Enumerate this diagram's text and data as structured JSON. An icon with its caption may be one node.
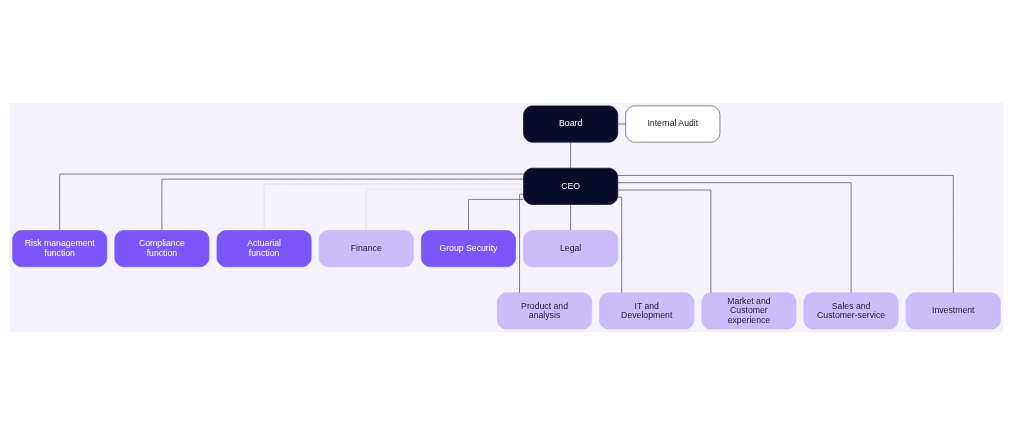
{
  "diagram": {
    "nodes": [
      {
        "text": [
          "Risk management function"
        ]
      },
      {
        "text": [
          "Board"
        ]
      },
      {
        "text": [
          "Internal Audit"
        ]
      },
      {
        "text": [
          "Compliance function"
        ]
      },
      {
        "text": [
          "CEO"
        ]
      },
      {
        "text": [
          "Actuarial function"
        ]
      },
      {
        "text": [
          "Finance"
        ]
      },
      {
        "text": [
          "Group Security"
        ]
      },
      {
        "text": [
          "Legal"
        ]
      },
      {
        "text": [
          "Product and analysis"
        ]
      },
      {
        "text": [
          "IT and Development"
        ]
      },
      {
        "text": [
          "Market and Customer experience"
        ]
      },
      {
        "text": [
          "Sales and Customer-service"
        ]
      },
      {
        "text": [
          "Investment"
        ]
      }
    ],
    "edges": [
      {
        "from": 1,
        "to": 2,
        "arrow": "none"
      },
      {
        "from": 1,
        "to": 4,
        "arrow": "none"
      },
      {
        "from": 4,
        "to": 0,
        "arrow": "none"
      },
      {
        "from": 4,
        "to": 3,
        "arrow": "none"
      },
      {
        "from": 4,
        "to": 5,
        "arrow": "none",
        "color": "#dcdbe6"
      },
      {
        "from": 4,
        "to": 7,
        "arrow": "none"
      },
      {
        "from": 4,
        "to": 6,
        "arrow": "none",
        "color": "#dcdbe6"
      },
      {
        "from": 4,
        "to": 8,
        "arrow": "none"
      },
      {
        "from": 4,
        "to": 9,
        "arrow": "none"
      },
      {
        "from": 4,
        "to": 10,
        "arrow": "none"
      },
      {
        "from": 4,
        "to": 11,
        "arrow": "none"
      },
      {
        "from": 4,
        "to": 12,
        "arrow": "none"
      },
      {
        "from": 4,
        "to": 13,
        "arrow": "none"
      }
    ]
  }
}
